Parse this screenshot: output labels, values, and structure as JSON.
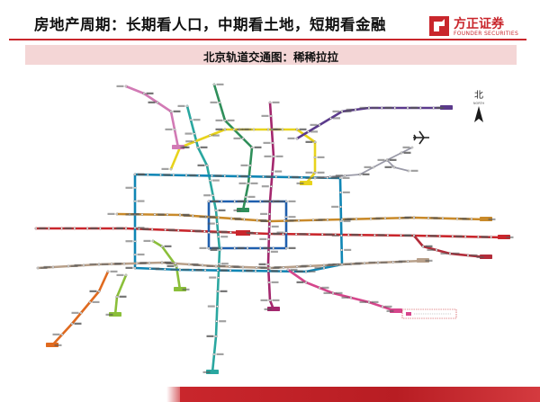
{
  "header": {
    "title": "房地产周期：长期看人口，中期看土地，短期看金融",
    "logo_cn": "方正证券",
    "logo_en": "FOUNDER SECURITIES"
  },
  "subtitle": "北京轨道交通图：稀稀拉拉",
  "map": {
    "compass_label": "北",
    "compass_sub": "NORTH",
    "airport_icon": "airplane-icon",
    "colors": {
      "line1": "#c9262c",
      "line2": "#1f5fae",
      "line4": "#2aa7a0",
      "line5": "#a4276e",
      "line6": "#c98a2a",
      "line8": "#2f8f5a",
      "line9": "#8bbf3a",
      "line10": "#0f86b5",
      "line13": "#e8d31c",
      "line14": "#b8a08a",
      "line15": "#5b3a8c",
      "batong": "#b32c3a",
      "yizhuang": "#d6468c",
      "changping": "#d27ab5",
      "fangshan": "#e06a1f",
      "airport": "#9a9aa8"
    }
  }
}
